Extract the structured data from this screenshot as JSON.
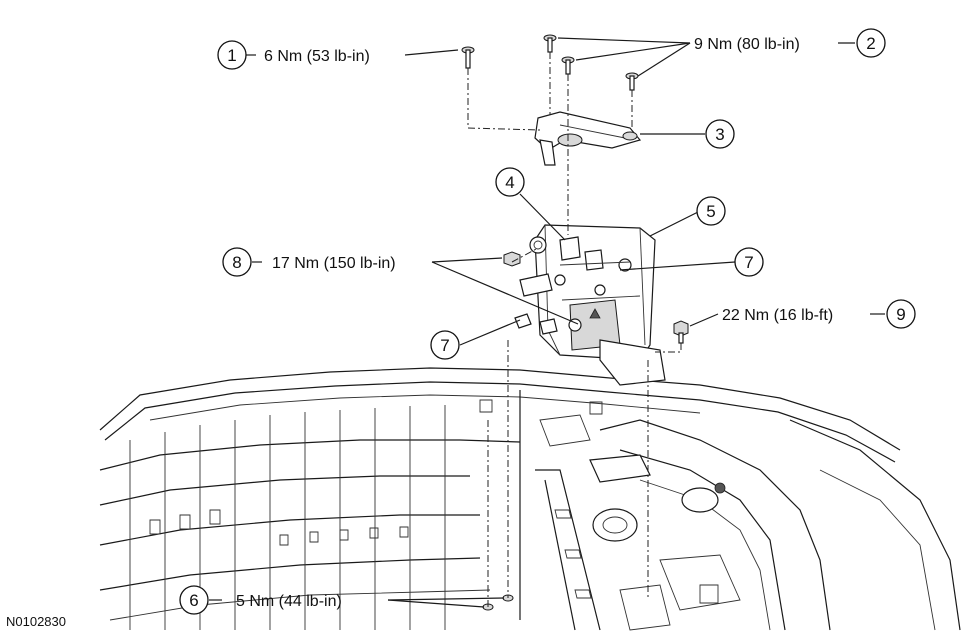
{
  "figure_id": "N0102830",
  "callouts": [
    {
      "number": "1",
      "torque": "6 Nm (53 lb-in)"
    },
    {
      "number": "2",
      "torque": "9 Nm (80 lb-in)"
    },
    {
      "number": "3"
    },
    {
      "number": "4"
    },
    {
      "number": "5"
    },
    {
      "number": "6",
      "torque": "5 Nm (44 lb-in)"
    },
    {
      "number": "7"
    },
    {
      "number": "7"
    },
    {
      "number": "8",
      "torque": "17 Nm (150 lb-in)"
    },
    {
      "number": "9",
      "torque": "22 Nm (16 lb-ft)"
    }
  ]
}
